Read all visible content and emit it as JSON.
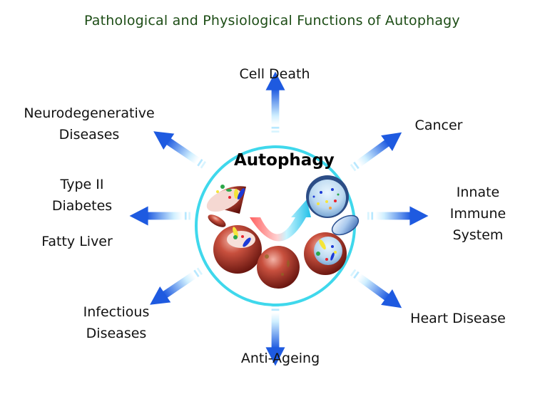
{
  "title": "Pathological and Physiological Functions of Autophagy",
  "center_label": "Autophagy",
  "functions": [
    {
      "id": "cell-death",
      "lines": [
        "Cell Death"
      ]
    },
    {
      "id": "cancer",
      "lines": [
        "Cancer"
      ]
    },
    {
      "id": "innate-immune-system",
      "lines": [
        "Innate",
        "Immune",
        "System"
      ]
    },
    {
      "id": "heart-disease",
      "lines": [
        "Heart Disease"
      ]
    },
    {
      "id": "anti-ageing",
      "lines": [
        "Anti-Ageing"
      ]
    },
    {
      "id": "infectious-diseases",
      "lines": [
        "Infectious",
        "Diseases"
      ]
    },
    {
      "id": "type-ii-diabetes",
      "lines": [
        "Type II",
        "Diabetes"
      ]
    },
    {
      "id": "fatty-liver",
      "lines": [
        "Fatty Liver"
      ]
    },
    {
      "id": "neurodegenerative-diseases",
      "lines": [
        "Neurodegenerative",
        "Diseases"
      ]
    }
  ],
  "colors": {
    "title": "#1d4d16",
    "circle": "#3fd8ec",
    "arrow_light": "#bfefff",
    "arrow_dark": "#1f5be0",
    "cell_red": "#a0241c",
    "vesicle_blue": "#5d8fc8"
  },
  "icons": {
    "arrow": "gradient-arrow-icon",
    "recycle": "recycle-arrow-icon"
  }
}
